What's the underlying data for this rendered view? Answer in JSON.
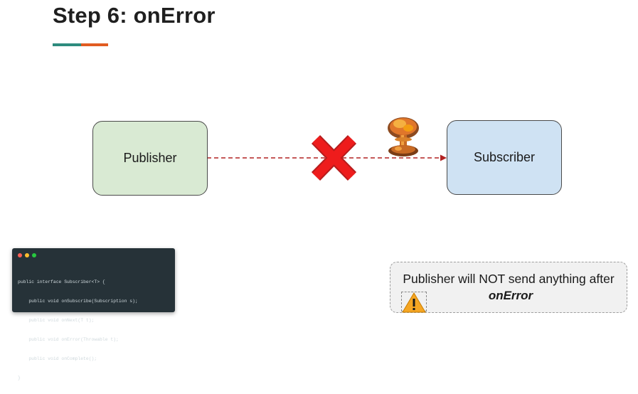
{
  "slide": {
    "title": "Step 6: onError",
    "accent_colors": {
      "teal": "#2e8b7e",
      "orange": "#e15c21"
    }
  },
  "diagram": {
    "publisher_label": "Publisher",
    "subscriber_label": "Subscriber",
    "publisher_color": "#d9ead3",
    "subscriber_color": "#cfe2f3",
    "arrow_color": "#b22222",
    "cross_icon": "red-x-icon",
    "explosion_icon": "mushroom-cloud-icon"
  },
  "code_window": {
    "lines": [
      "public interface Subscriber<T> {",
      "    public void onSubscribe(Subscription s);",
      "    public void onNext(T t);",
      "    public void onError(Throwable t);",
      "    public void onComplete();",
      "}"
    ]
  },
  "note": {
    "text_line1": "Publisher will NOT send anything after",
    "text_line2": "onError",
    "icon": "warning-icon"
  }
}
